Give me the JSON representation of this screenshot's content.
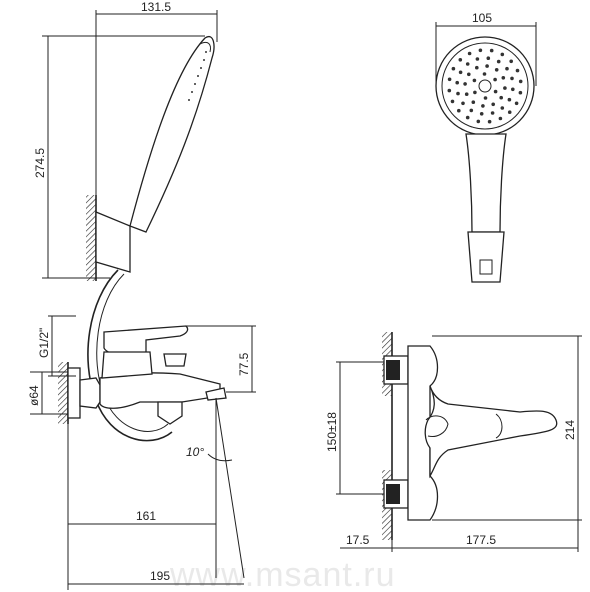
{
  "dimensions": {
    "top_width": "131.5",
    "handset_height": "274.5",
    "handset_head_width": "105",
    "thread": "G1/2\"",
    "flange_diameter": "ø64",
    "spout_height": "77.5",
    "angle": "10°",
    "spout_length_161": "161",
    "overall_length_195": "195",
    "centers": "150±18",
    "overall_height_214": "214",
    "wall_offset": "17.5",
    "depth_177": "177.5"
  },
  "watermark": "www.msant.ru",
  "colors": {
    "line": "#222222",
    "hatch": "#333333",
    "background": "#ffffff"
  }
}
